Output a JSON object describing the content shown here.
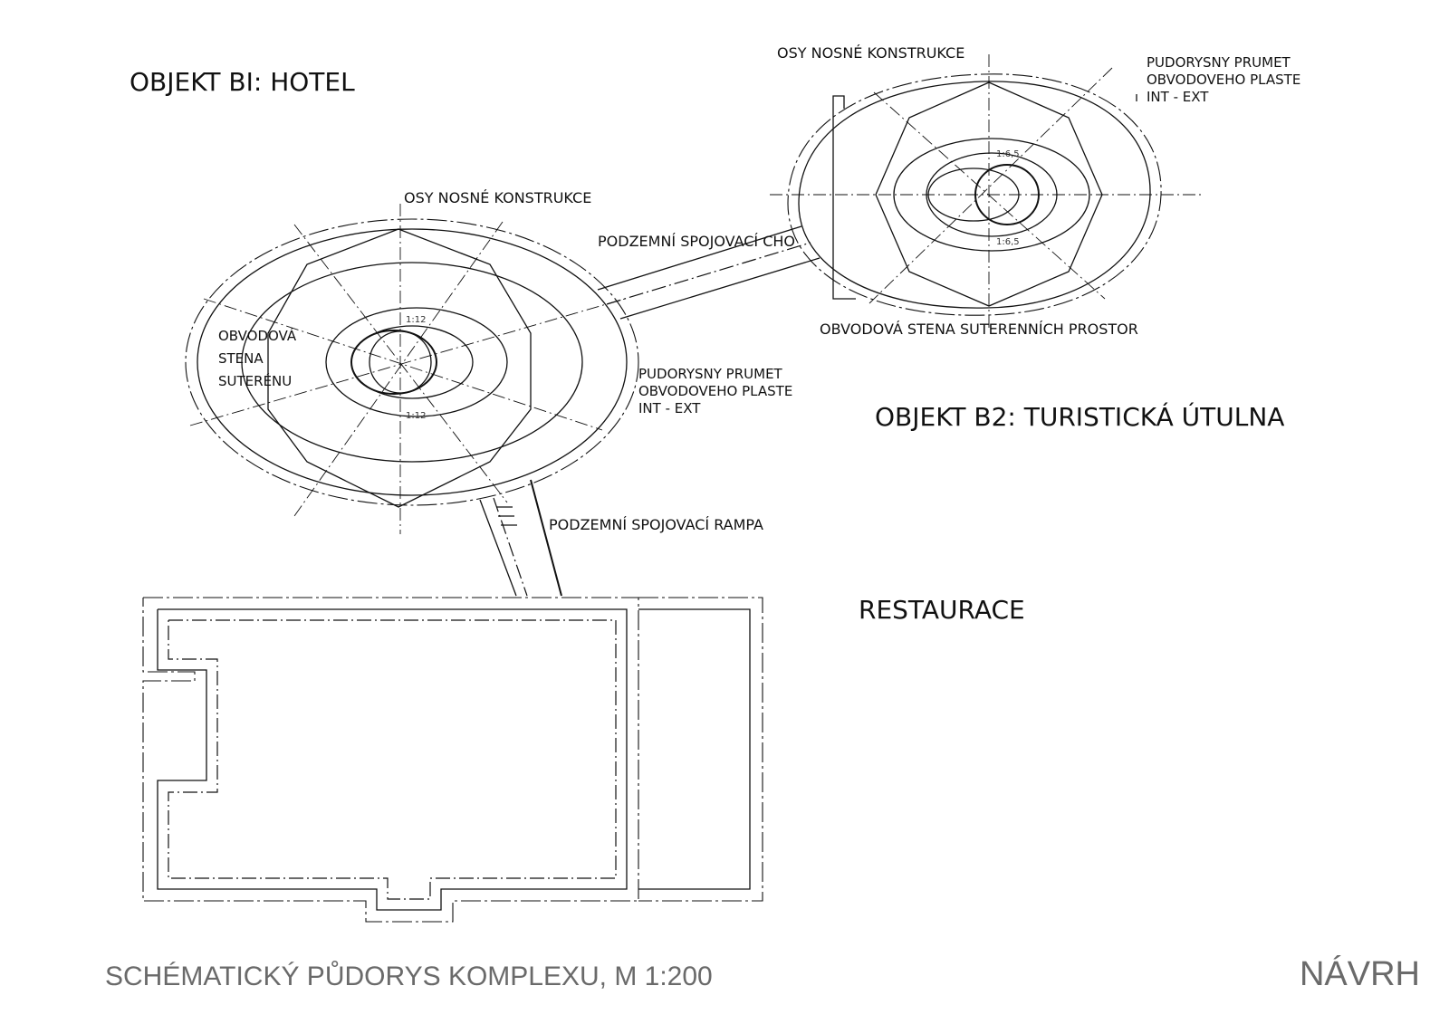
{
  "labels": {
    "hotel_title": "OBJEKT BI: HOTEL",
    "b2_title": "OBJEKT B2: TURISTICKÁ ÚTULNA",
    "restaurace": "RESTAURACE",
    "osy_1": "OSY NOSNÉ KONSTRUKCE",
    "osy_2": "OSY NOSNÉ KONSTRUKCE",
    "chodba": "PODZEMNÍ SPOJOVACÍ CHO",
    "rampa": "PODZEMNÍ SPOJOVACÍ RAMPA",
    "obvod_stena": [
      "OBVODOVÁ",
      "STENA",
      "SUTERÉNU"
    ],
    "pudorysny_1": [
      "PUDORYSNY PRUMET",
      "OBVODOVEHO PLASTE",
      "INT - EXT"
    ],
    "pudorysny_2": [
      "PUDORYSNY PRUMET",
      "OBVODOVEHO PLASTE",
      "INT - EXT"
    ],
    "obvod_stena_2": "OBVODOVÁ STENA SUTERENNÍCH PROSTOR",
    "slope_hotel_top": "1:12",
    "slope_hotel_bottom": "1:12",
    "slope_b2_top": "1:6,5",
    "slope_b2_bottom": "1:6,5"
  },
  "footer": {
    "title": "SCHÉMATICKÝ PŮDORYS KOMPLEXU, M 1:200",
    "stage": "NÁVRH"
  }
}
